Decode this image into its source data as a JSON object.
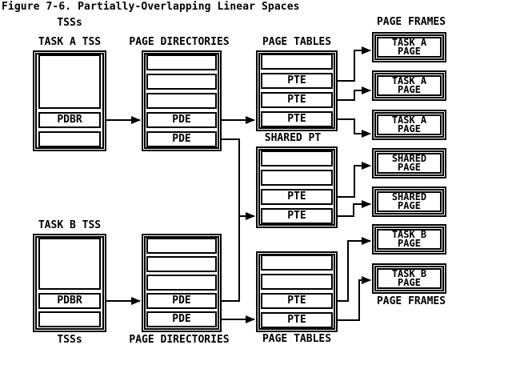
{
  "title": "Figure 7-6. Partially-Overlapping Linear Spaces",
  "columns": {
    "tss_top_label": "TSSs",
    "tss_bottom_label": "TSSs",
    "dir_top_label": "PAGE DIRECTORIES",
    "dir_bottom_label": "PAGE DIRECTORIES",
    "pt_top_label": "PAGE TABLES",
    "pt_bottom_label": "PAGE TABLES",
    "frames_top_label": "PAGE FRAMES",
    "frames_bottom_label": "PAGE FRAMES"
  },
  "tss_a": {
    "label": "TASK A TSS",
    "pdbr": "PDBR"
  },
  "tss_b": {
    "label": "TASK B TSS",
    "pdbr": "PDBR"
  },
  "dir_a": {
    "rows": [
      "",
      "",
      "",
      "PDE",
      "PDE"
    ]
  },
  "dir_b": {
    "rows": [
      "",
      "",
      "",
      "PDE",
      "PDE"
    ]
  },
  "pt_a": {
    "rows": [
      "",
      "PTE",
      "PTE",
      "PTE"
    ]
  },
  "shared_pt": {
    "label": "SHARED PT",
    "rows": [
      "",
      "",
      "PTE",
      "PTE"
    ]
  },
  "pt_b": {
    "rows": [
      "",
      "",
      "PTE",
      "PTE"
    ]
  },
  "frames": [
    {
      "line1": "TASK A",
      "line2": "PAGE"
    },
    {
      "line1": "TASK A",
      "line2": "PAGE"
    },
    {
      "line1": "TASK A",
      "line2": "PAGE"
    },
    {
      "line1": "SHARED",
      "line2": "PAGE"
    },
    {
      "line1": "SHARED",
      "line2": "PAGE"
    },
    {
      "line1": "TASK B",
      "line2": "PAGE"
    },
    {
      "line1": "TASK B",
      "line2": "PAGE"
    }
  ],
  "colors": {
    "ink": "#000000",
    "background": "#ffffff"
  }
}
